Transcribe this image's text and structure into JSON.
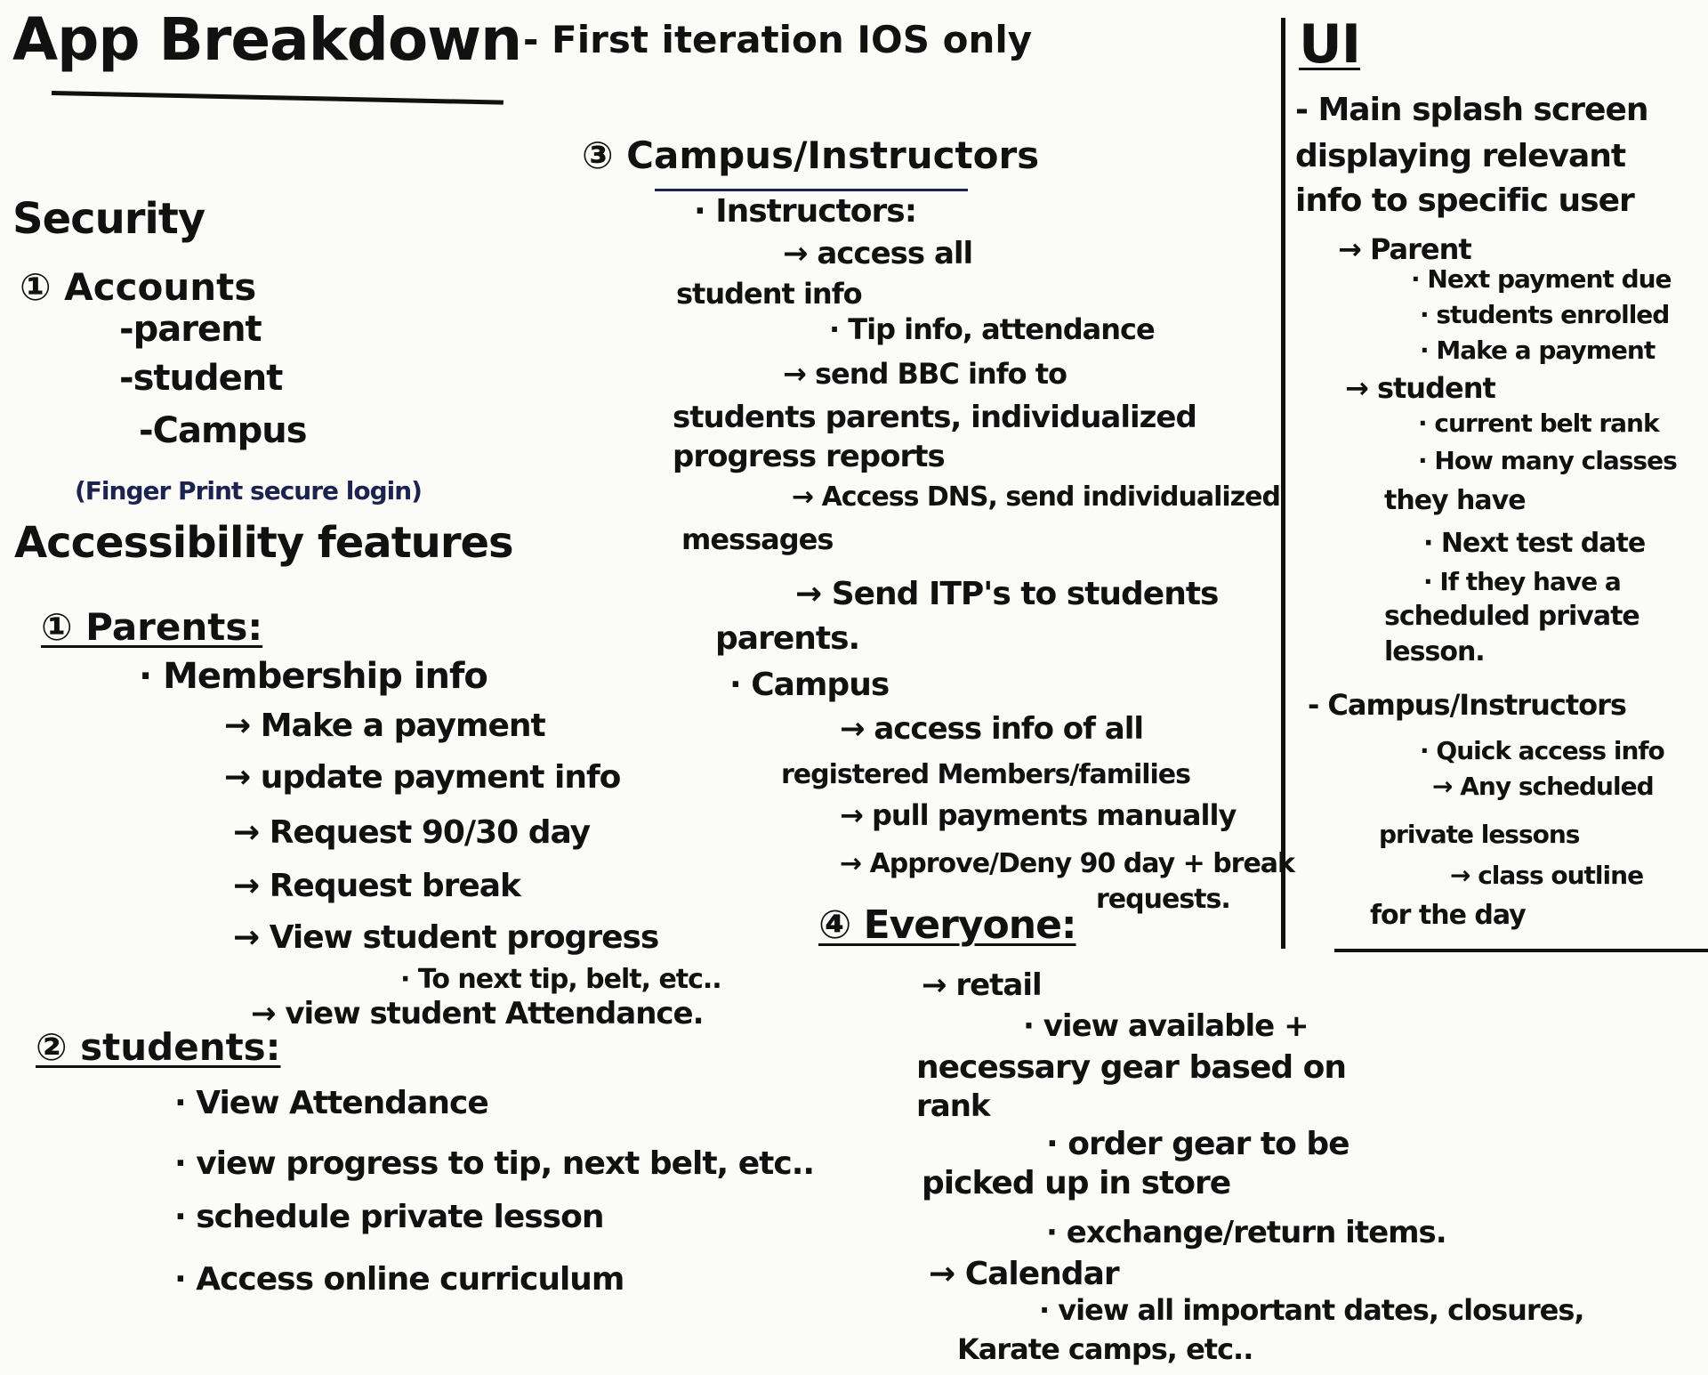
{
  "header": {
    "title": "App Breakdown",
    "subtitle": "- First iteration IOS only"
  },
  "security": {
    "heading": "Security",
    "accounts_heading": "① Accounts",
    "accounts": [
      "-parent",
      "-student",
      "-Campus"
    ],
    "login_note": "(Finger Print secure login)"
  },
  "accessibility": {
    "heading": "Accessibility features",
    "parents_heading": "① Parents:",
    "membership": "· Membership info",
    "parent_items": [
      "→ Make a payment",
      "→ update payment info",
      "→ Request 90/30 day",
      "→ Request break",
      "→ View student progress",
      "· To next tip, belt, etc..",
      "→ view student Attendance."
    ],
    "students_heading": "② students:",
    "student_items": [
      "· View Attendance",
      "· view progress to tip, next belt, etc..",
      "· schedule private lesson",
      "· Access online curriculum"
    ]
  },
  "campus": {
    "heading": "③ Campus/Instructors",
    "instructors_heading": "· Instructors:",
    "lines": [
      "→ access all",
      "student info",
      "· Tip info, attendance",
      "→ send BBC info to",
      "students parents, individualized",
      "progress reports",
      "→ Access DNS, send individualized",
      "messages",
      "→ Send ITP's to students",
      "parents."
    ],
    "campus_heading": "· Campus",
    "campus_lines": [
      "→ access info of all",
      "registered Members/families",
      "→ pull payments manually",
      "→ Approve/Deny 90 day + break",
      "requests."
    ]
  },
  "everyone": {
    "heading": "④ Everyone:",
    "lines": [
      "→ retail",
      "· view available +",
      "necessary gear based on",
      "rank",
      "· order gear to be",
      "picked up in store",
      "· exchange/return items.",
      "→ Calendar",
      "· view all important dates, closures,",
      "Karate camps, etc.."
    ]
  },
  "ui": {
    "heading": "UI",
    "lines": [
      "- Main splash screen",
      "displaying relevant",
      "info to specific user",
      "→ Parent",
      "· Next payment due",
      "· students enrolled",
      "· Make a payment",
      "→ student",
      "· current belt rank",
      "· How many classes",
      "they have",
      "· Next test date",
      "· If they have a",
      "scheduled private",
      "lesson.",
      "- Campus/Instructors",
      "· Quick access info",
      "→ Any scheduled",
      "private lessons",
      "→ class outline",
      "for the day"
    ]
  }
}
